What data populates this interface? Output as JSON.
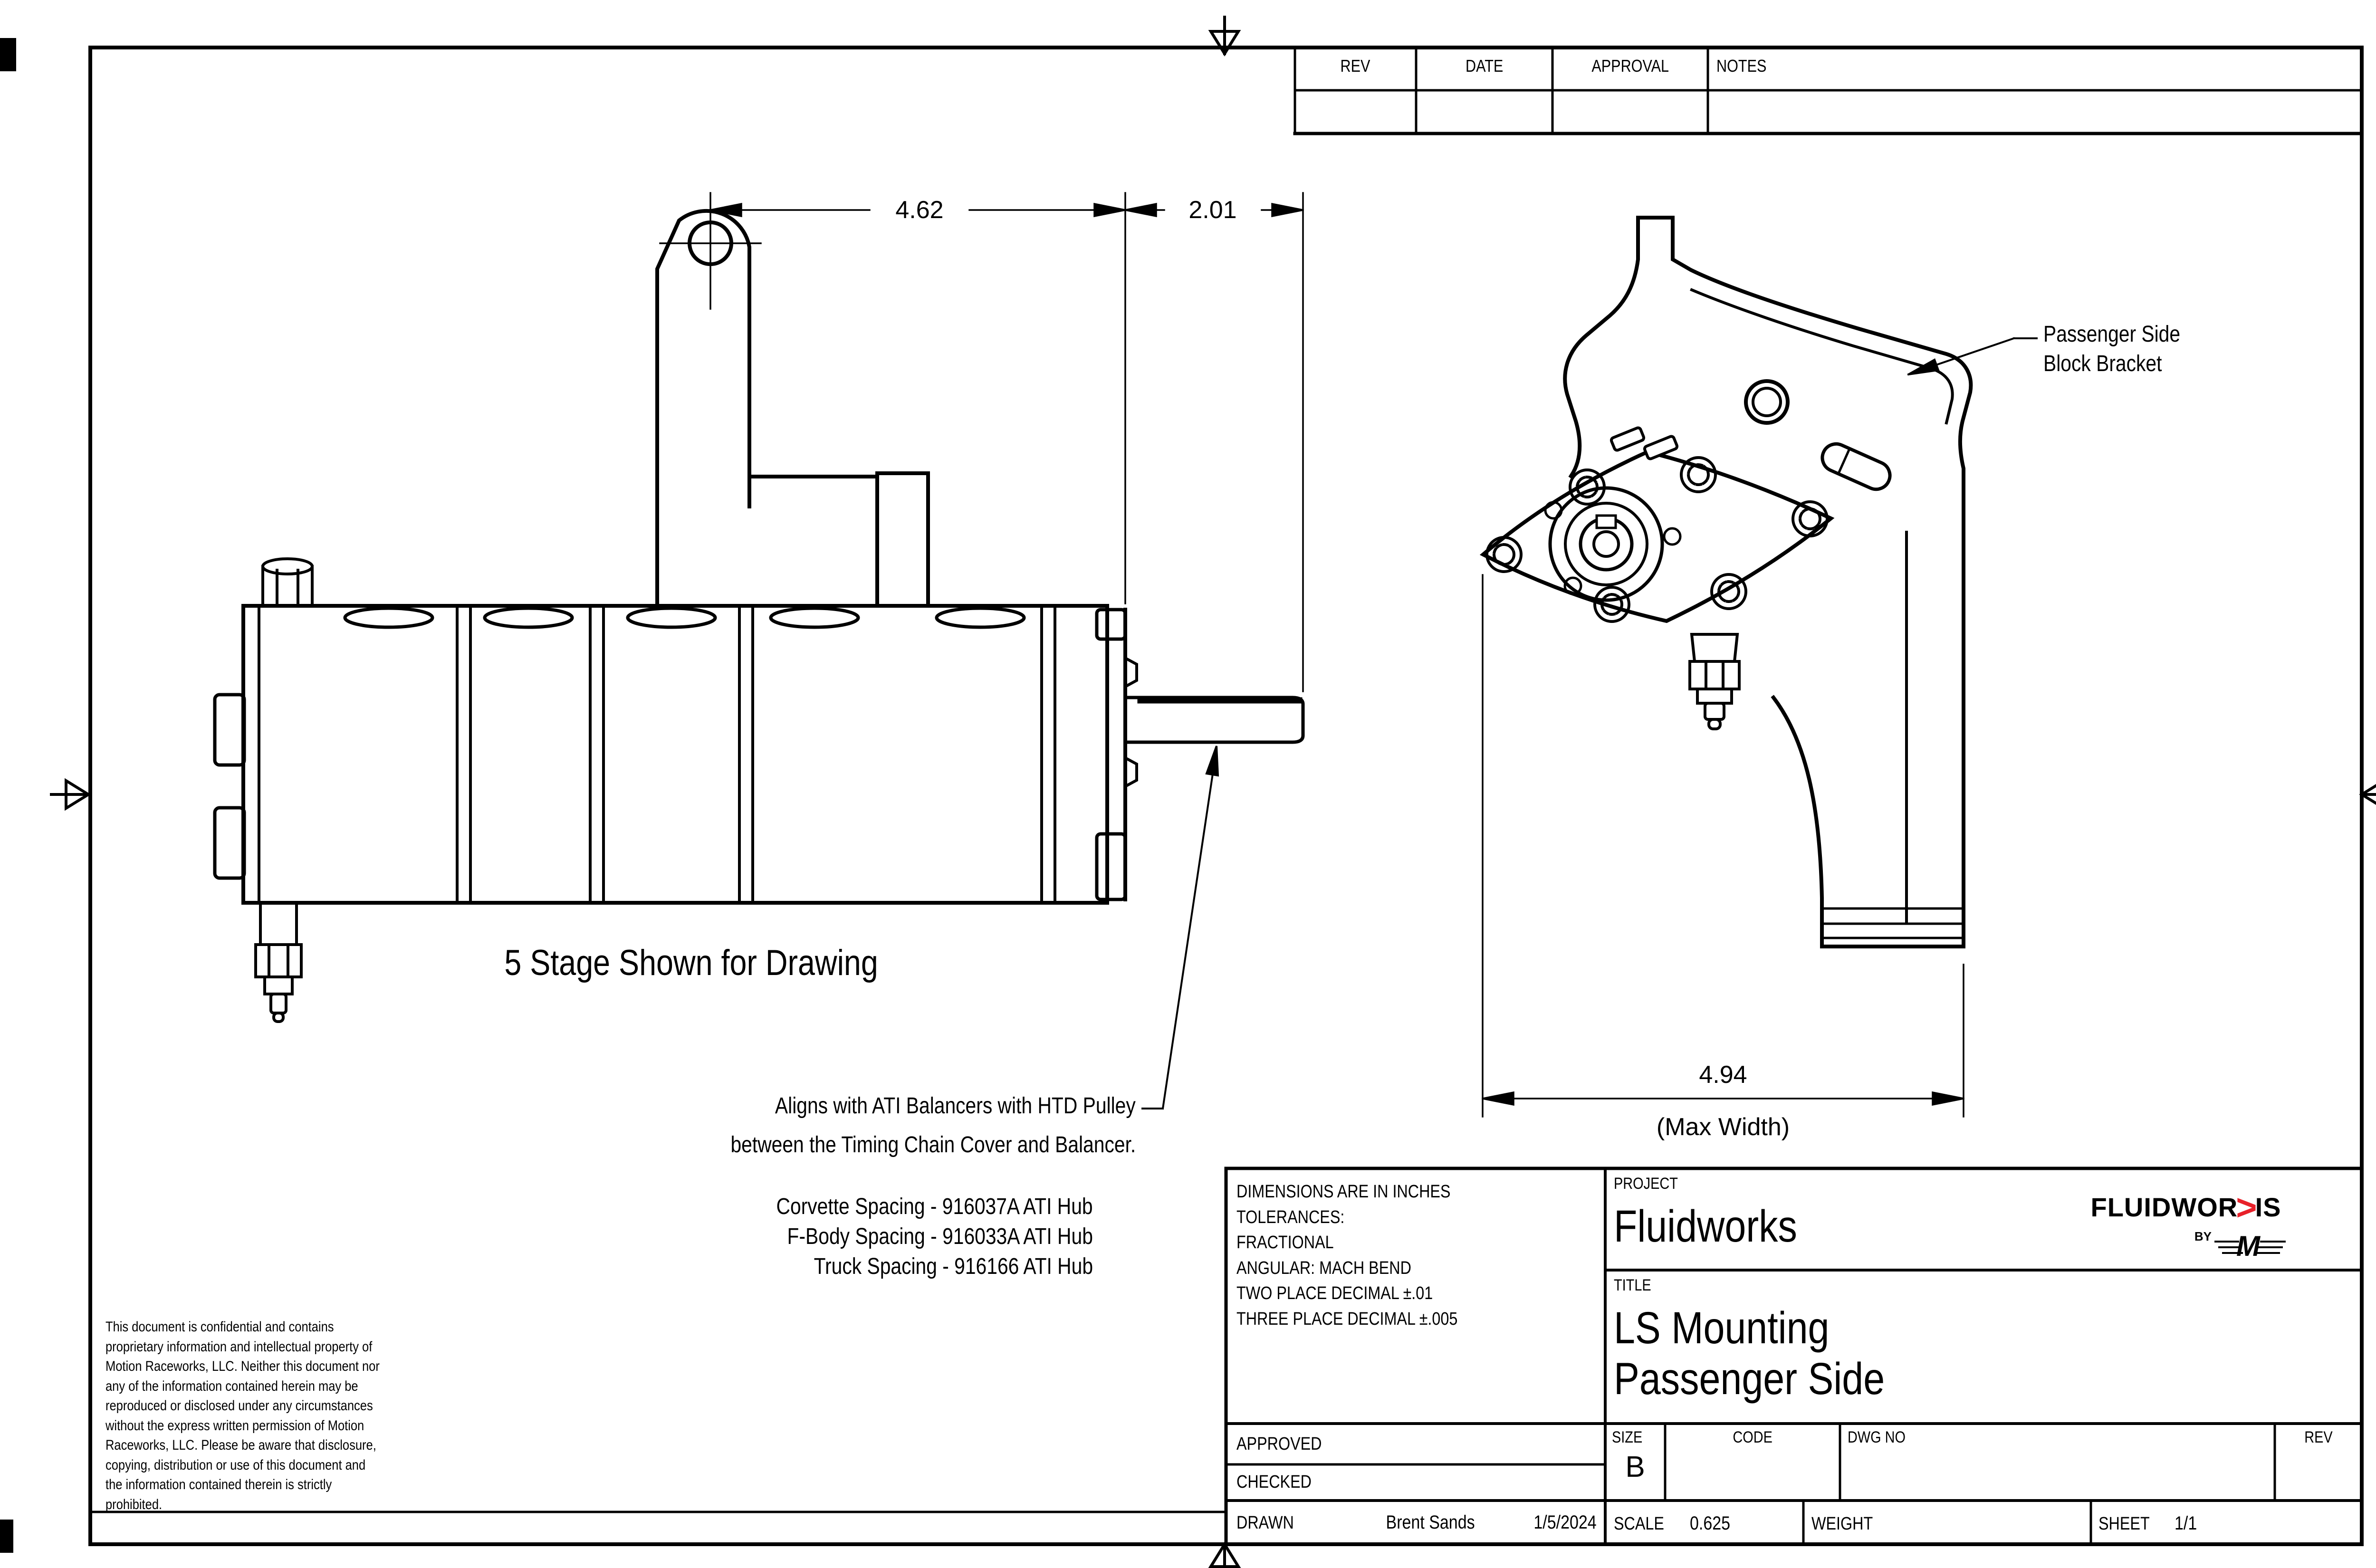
{
  "drawing": {
    "rev_table": {
      "rev": "REV",
      "date": "DATE",
      "approval": "APPROVAL",
      "notes": "NOTES"
    },
    "front_view": {
      "dim_hole_to_face": "4.62",
      "dim_face_to_shaft": "2.01",
      "caption": "5 Stage Shown for Drawing",
      "align_note_line1": "Aligns with ATI Balancers with HTD Pulley",
      "align_note_line2": "between the Timing Chain Cover and Balancer.",
      "spacing_note_1": "Corvette Spacing - 916037A ATI Hub",
      "spacing_note_2": "F-Body Spacing - 916033A ATI Hub",
      "spacing_note_3": "Truck Spacing - 916166 ATI Hub"
    },
    "side_view": {
      "label_line1": "Passenger Side",
      "label_line2": "Block Bracket",
      "dim_max_width": "4.94",
      "dim_max_width_note": "(Max Width)"
    },
    "confidentiality_note": "This document is confidential and contains\nproprietary information and intellectual property of\nMotion Raceworks, LLC. Neither this document nor\nany of the information contained herein may be\nreproduced or disclosed under any circumstances\nwithout the express written permission of Motion\nRaceworks, LLC. Please be aware that disclosure,\ncopying, distribution or use of this document and\nthe information contained therein is strictly\nprohibited.",
    "title_block": {
      "tolerance_lines": "DIMENSIONS ARE IN INCHES\nTOLERANCES:\nFRACTIONAL\nANGULAR: MACH BEND\nTWO PLACE DECIMAL ±.01\nTHREE PLACE DECIMAL ±.005",
      "project_label": "PROJECT",
      "project_name": "Fluidworks",
      "title_label": "TITLE",
      "title_line1": "LS Mounting",
      "title_line2": "Passenger Side",
      "approved_label": "APPROVED",
      "checked_label": "CHECKED",
      "drawn_label": "DRAWN",
      "drawn_by": "Brent Sands",
      "drawn_date": "1/5/2024",
      "size_label": "SIZE",
      "size_value": "B",
      "code_label": "CODE",
      "dwg_no_label": "DWG NO",
      "rev_label": "REV",
      "scale_label": "SCALE",
      "scale_value": "0.625",
      "weight_label": "WEIGHT",
      "sheet_label": "SHEET",
      "sheet_value": "1/1",
      "logo": {
        "part1": "FLUIDWOR",
        "chevron": ">",
        "part2": "IS",
        "by": "BY",
        "m": "M"
      },
      "accent_red": "#e8212a"
    }
  }
}
